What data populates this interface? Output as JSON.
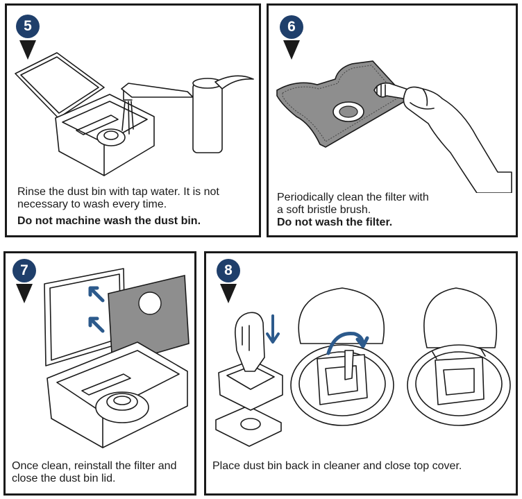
{
  "steps": [
    {
      "number": "5",
      "text": "Rinse the dust bin with tap water. It is not necessary to wash every time.",
      "bold": "Do not machine wash the dust bin."
    },
    {
      "number": "6",
      "text": "Periodically clean the filter with a soft bristle brush.",
      "bold": "Do not wash the filter."
    },
    {
      "number": "7",
      "text": "Once clean, reinstall the filter and close the dust bin lid.",
      "bold": ""
    },
    {
      "number": "8",
      "text": "Place dust bin back in cleaner and close top cover.",
      "bold": ""
    }
  ],
  "colors": {
    "badge": "#1f3f6b",
    "arrow": "#2c5a8c",
    "filter_gray": "#8e8e8e"
  }
}
